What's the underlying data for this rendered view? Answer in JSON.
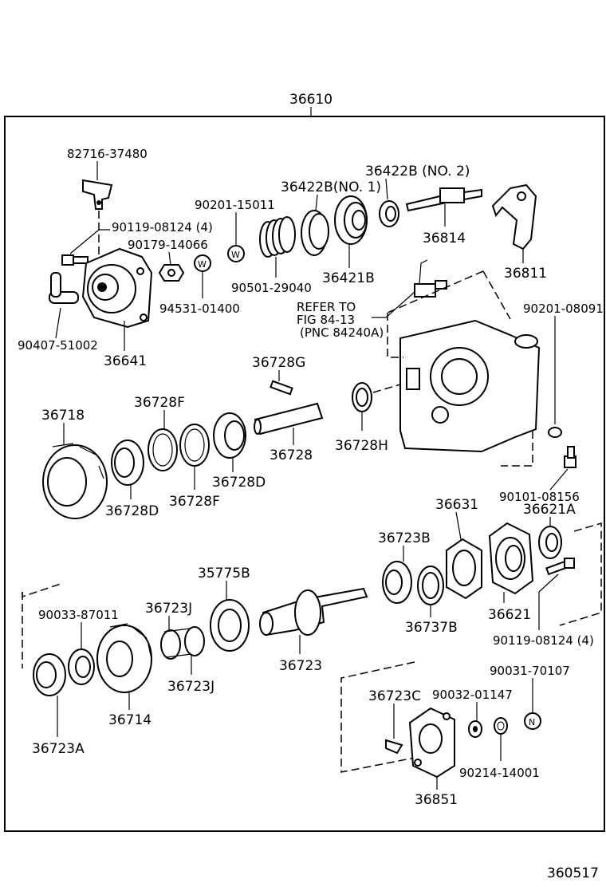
{
  "assembly_label": "36610",
  "drawing_number": "360517",
  "parts": {
    "p82716": "82716-37480",
    "p90119a": "90119-08124 (4)",
    "p90179": "90179-14066",
    "p90407": "90407-51002",
    "p36641": "36641",
    "p94531": "94531-01400",
    "p90201a": "90201-15011",
    "p90501": "90501-29040",
    "p36422b1": "36422B(NO. 1)",
    "p36422b2": "36422B (NO. 2)",
    "p36421b": "36421B",
    "p36814": "36814",
    "p36811": "36811",
    "p90201b": "90201-08091",
    "p36728g": "36728G",
    "p36718": "36718",
    "p36728f1": "36728F",
    "p36728f2": "36728F",
    "p36728d1": "36728D",
    "p36728d2": "36728D",
    "p36728": "36728",
    "p36728h": "36728H",
    "p90101": "90101-08156",
    "p36631": "36631",
    "p36621a": "36621A",
    "p36723b": "36723B",
    "p36737b": "36737B",
    "p36621": "36621",
    "p90119b": "90119-08124 (4)",
    "p35775b": "35775B",
    "p90033": "90033-87011",
    "p36723j1": "36723J",
    "p36723j2": "36723J",
    "p36723": "36723",
    "p36714": "36714",
    "p36723a": "36723A",
    "p90031": "90031-70107",
    "p36723c": "36723C",
    "p90032": "90032-01147",
    "p90214": "90214-14001",
    "p36851": "36851"
  },
  "refer": {
    "line1": "REFER TO",
    "line2": "FIG 84-13",
    "line3": "(PNC 84240A)"
  },
  "symbols": {
    "w1": "W",
    "w2": "W",
    "n1": "N"
  }
}
